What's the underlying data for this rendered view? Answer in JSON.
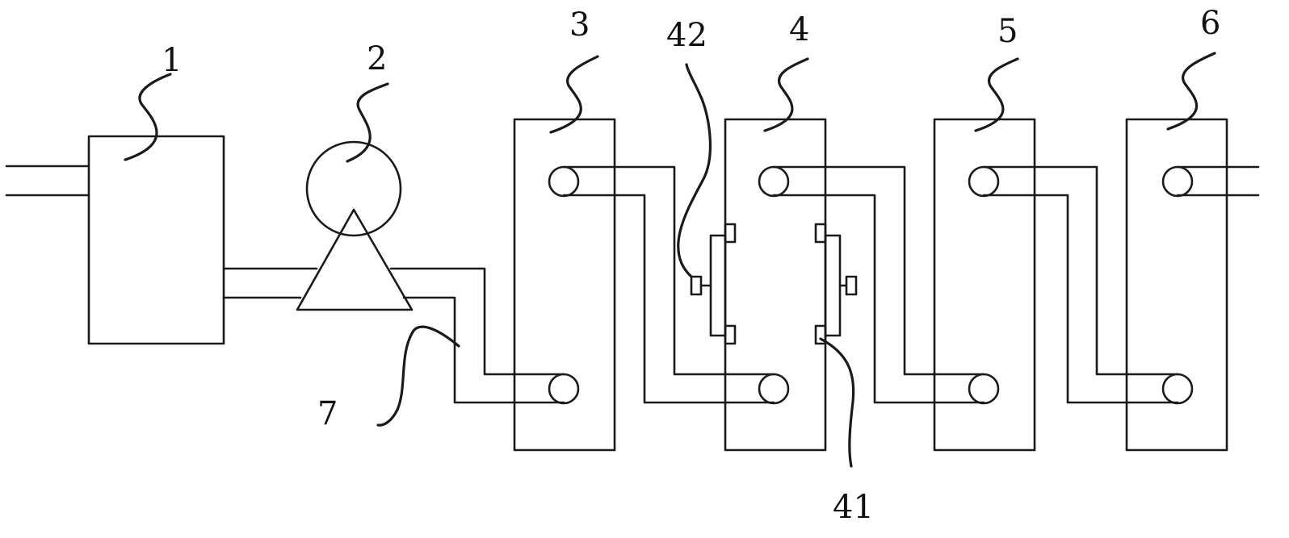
{
  "diagram": {
    "line_color": "#1a1a1a",
    "background": "#ffffff",
    "components": [
      {
        "id": "1",
        "label": "1",
        "shape": "rectangle"
      },
      {
        "id": "2",
        "label": "2",
        "shape": "pump (circle above triangle)"
      },
      {
        "id": "3",
        "label": "3",
        "shape": "vertical tank"
      },
      {
        "id": "4",
        "label": "4",
        "shape": "vertical tank"
      },
      {
        "id": "5",
        "label": "5",
        "shape": "vertical tank"
      },
      {
        "id": "6",
        "label": "6",
        "shape": "vertical tank"
      },
      {
        "id": "7",
        "label": "7",
        "shape": "pipe"
      },
      {
        "id": "41",
        "label": "41",
        "shape": "electrode bar (right side of 4)"
      },
      {
        "id": "42",
        "label": "42",
        "shape": "electrode bar (left side of 4)"
      }
    ]
  }
}
